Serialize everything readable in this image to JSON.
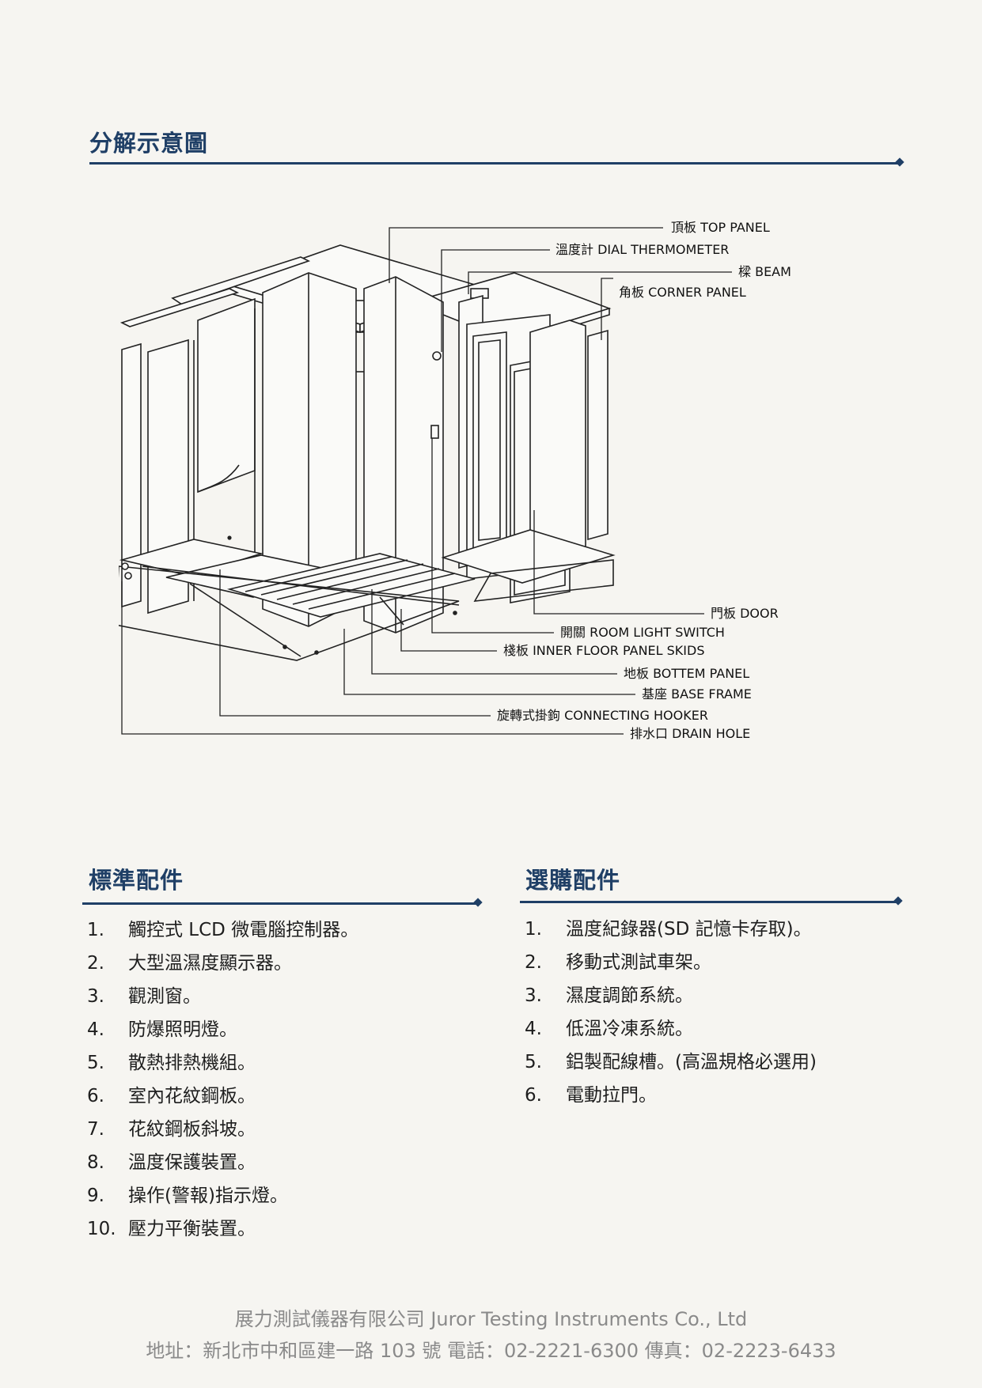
{
  "diagram": {
    "title": "分解示意圖",
    "callouts": [
      "頂板 TOP PANEL",
      "溫度計 DIAL THERMOMETER",
      "樑 BEAM",
      "角板 CORNER PANEL",
      "門板 DOOR",
      "開關 ROOM LIGHT SWITCH",
      "棧板 INNER FLOOR PANEL SKIDS",
      "地板 BOTTEM PANEL",
      "基座 BASE FRAME",
      "旋轉式掛鉤 CONNECTING HOOKER",
      "排水口 DRAIN HOLE"
    ]
  },
  "standard": {
    "title": "標準配件",
    "items": [
      {
        "num": "1.",
        "text": "觸控式 LCD 微電腦控制器。"
      },
      {
        "num": "2.",
        "text": "大型溫濕度顯示器。"
      },
      {
        "num": "3.",
        "text": "觀測窗。"
      },
      {
        "num": "4.",
        "text": "防爆照明燈。"
      },
      {
        "num": "5.",
        "text": "散熱排熱機組。"
      },
      {
        "num": "6.",
        "text": "室內花紋鋼板。"
      },
      {
        "num": "7.",
        "text": "花紋鋼板斜坡。"
      },
      {
        "num": "8.",
        "text": "溫度保護裝置。"
      },
      {
        "num": "9.",
        "text": "操作(警報)指示燈。"
      },
      {
        "num": "10.",
        "text": "壓力平衡裝置。"
      }
    ]
  },
  "optional": {
    "title": "選購配件",
    "items": [
      {
        "num": "1.",
        "text": "溫度紀錄器(SD 記憶卡存取)。"
      },
      {
        "num": "2.",
        "text": "移動式測試車架。"
      },
      {
        "num": "3.",
        "text": "濕度調節系統。"
      },
      {
        "num": "4.",
        "text": "低溫冷凍系統。"
      },
      {
        "num": "5.",
        "text": "鋁製配線槽。(高溫規格必選用)"
      },
      {
        "num": "6.",
        "text": "電動拉門。"
      }
    ]
  },
  "footer": {
    "company": "展力測試儀器有限公司  Juror Testing Instruments Co., Ltd",
    "contact": "地址：新北市中和區建一路 103 號  電話：02-2221-6300    傳真：02-2223-6433"
  },
  "colors": {
    "accent": "#1f3f66",
    "footer_text": "#8a8a8a",
    "background": "#f6f5f1"
  }
}
